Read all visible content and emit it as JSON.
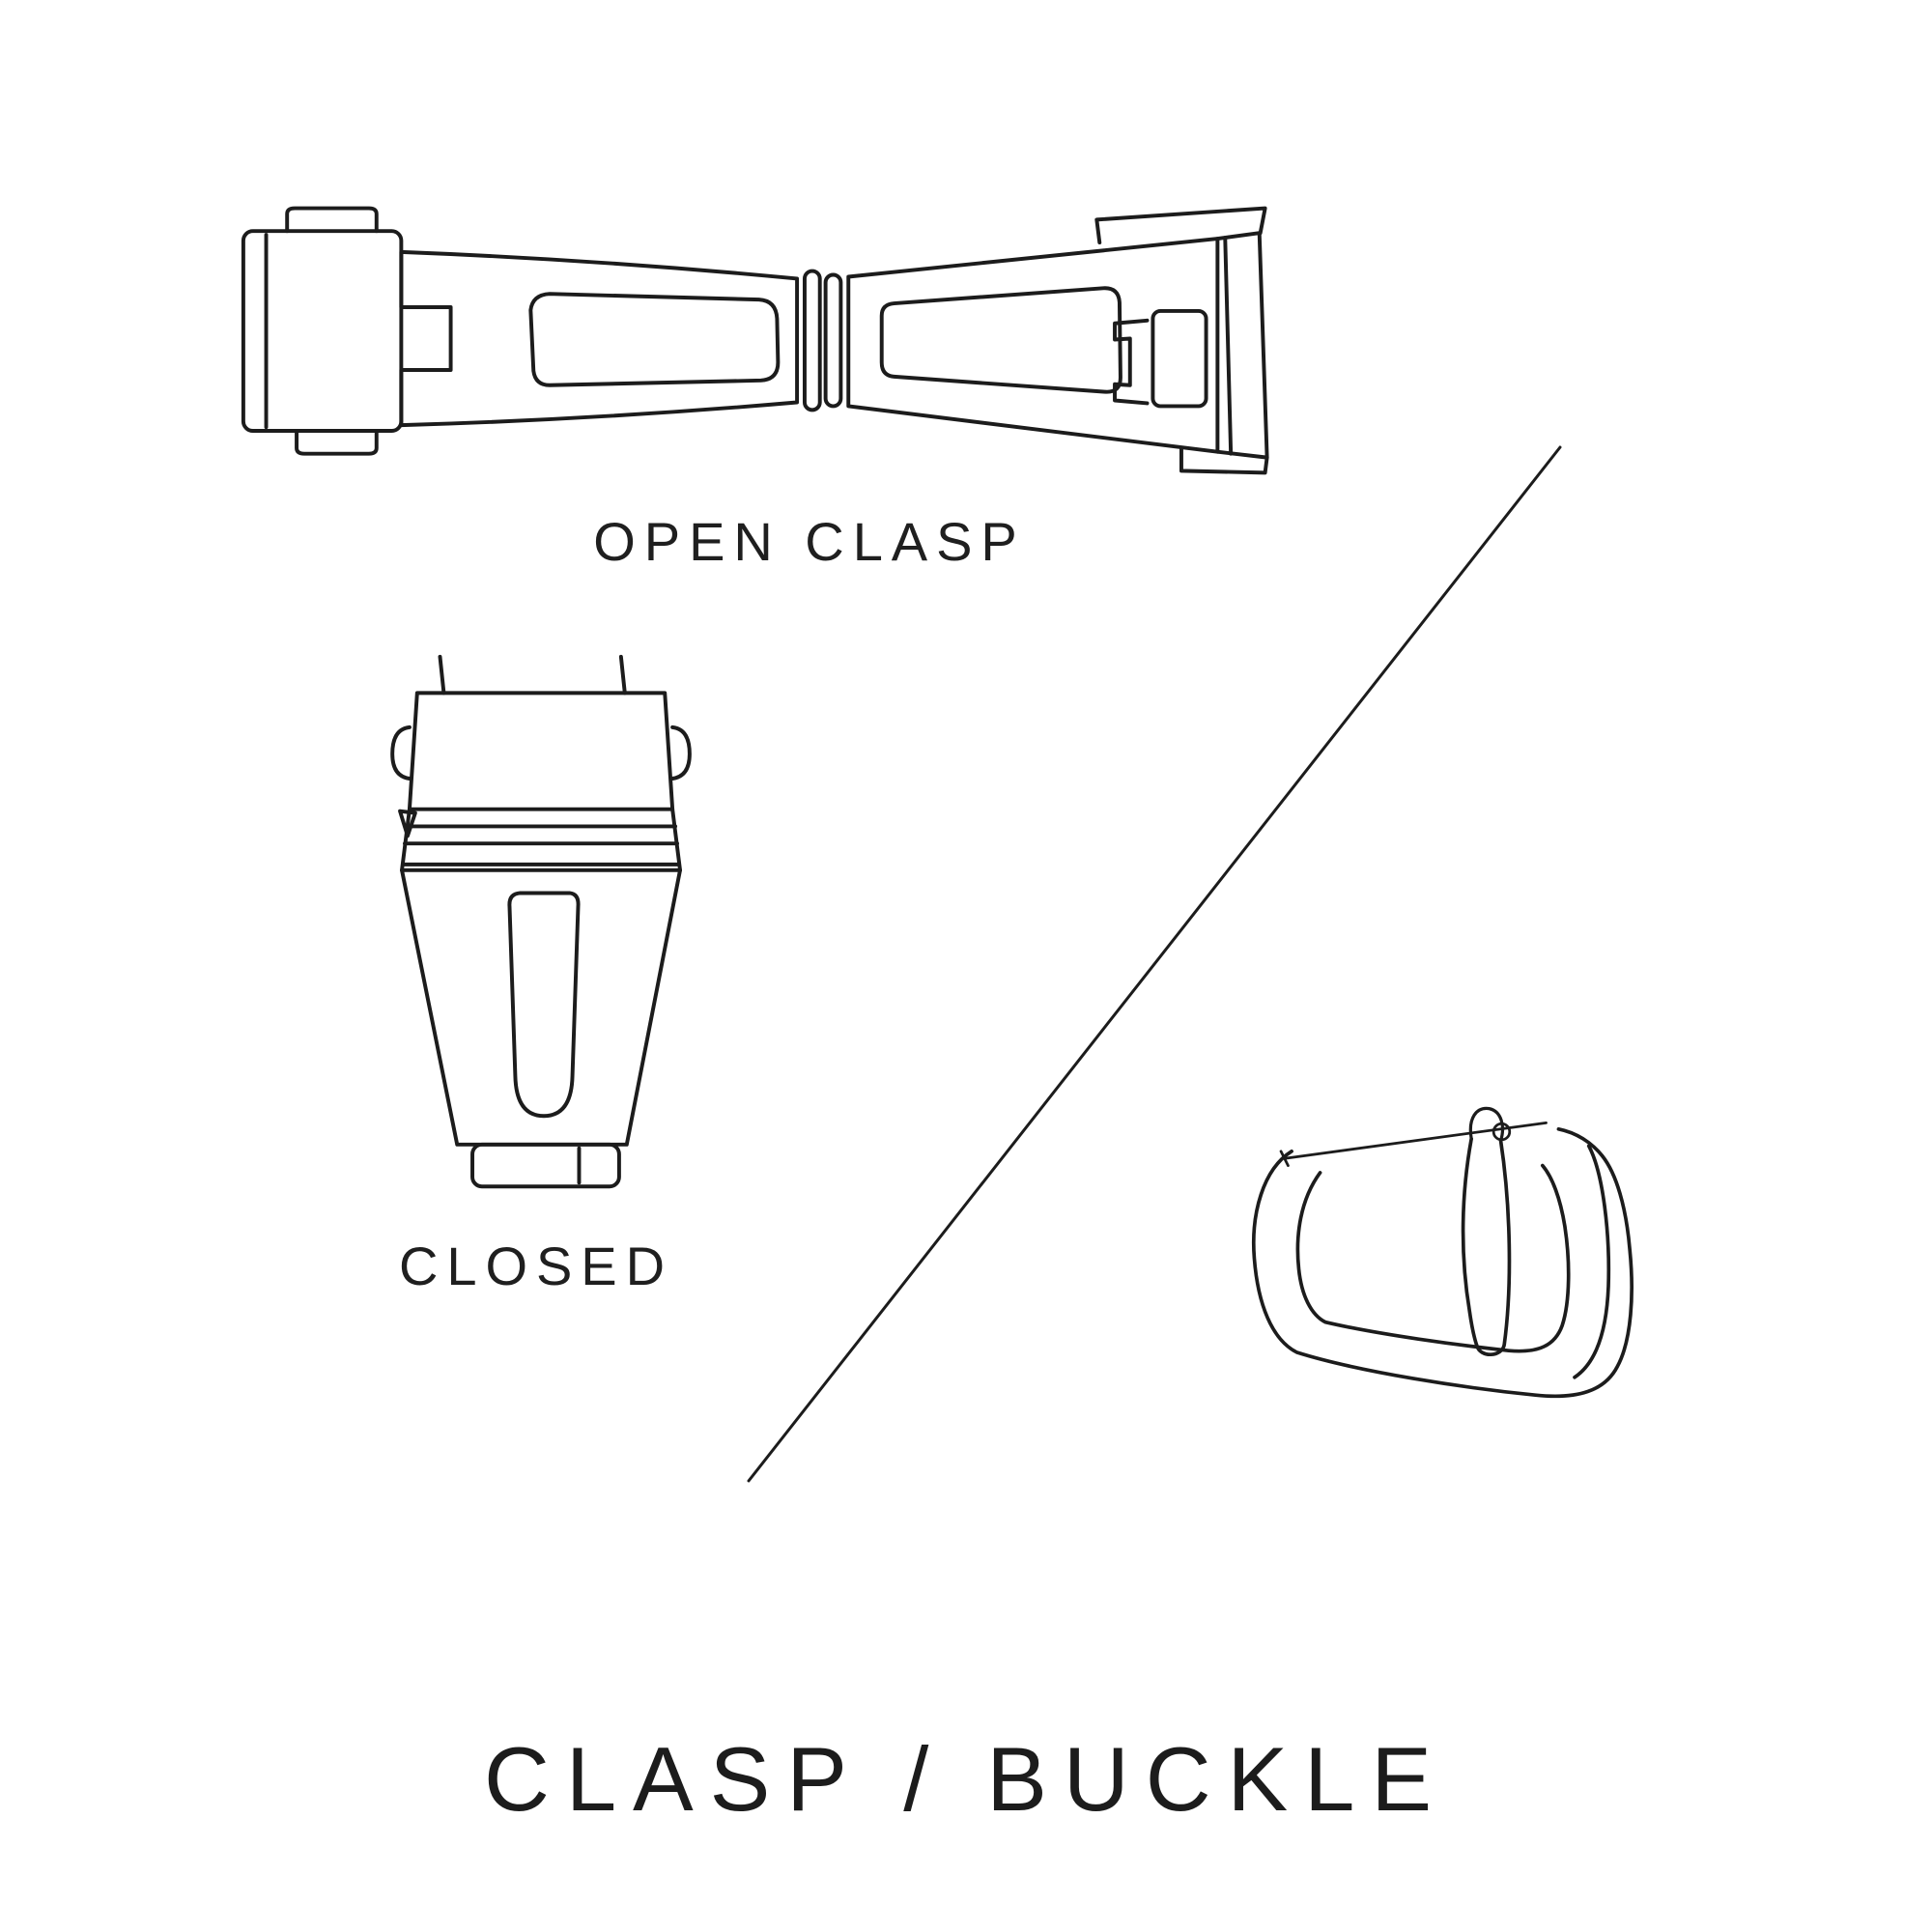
{
  "page": {
    "background_color": "#ffffff",
    "line_color": "#1c1c1c",
    "text_color": "#1f1f1f"
  },
  "diagram": {
    "title": "CLASP / BUCKLE",
    "sections": [
      {
        "id": "open-clasp",
        "label": "OPEN CLASP",
        "illustration": "open-clasp-top-view-icon"
      },
      {
        "id": "closed-clasp",
        "label": "CLOSED",
        "illustration": "closed-clasp-front-view-icon"
      },
      {
        "id": "buckle",
        "label": "",
        "illustration": "tang-buckle-perspective-icon"
      }
    ],
    "divider": {
      "type": "diagonal-line"
    }
  }
}
